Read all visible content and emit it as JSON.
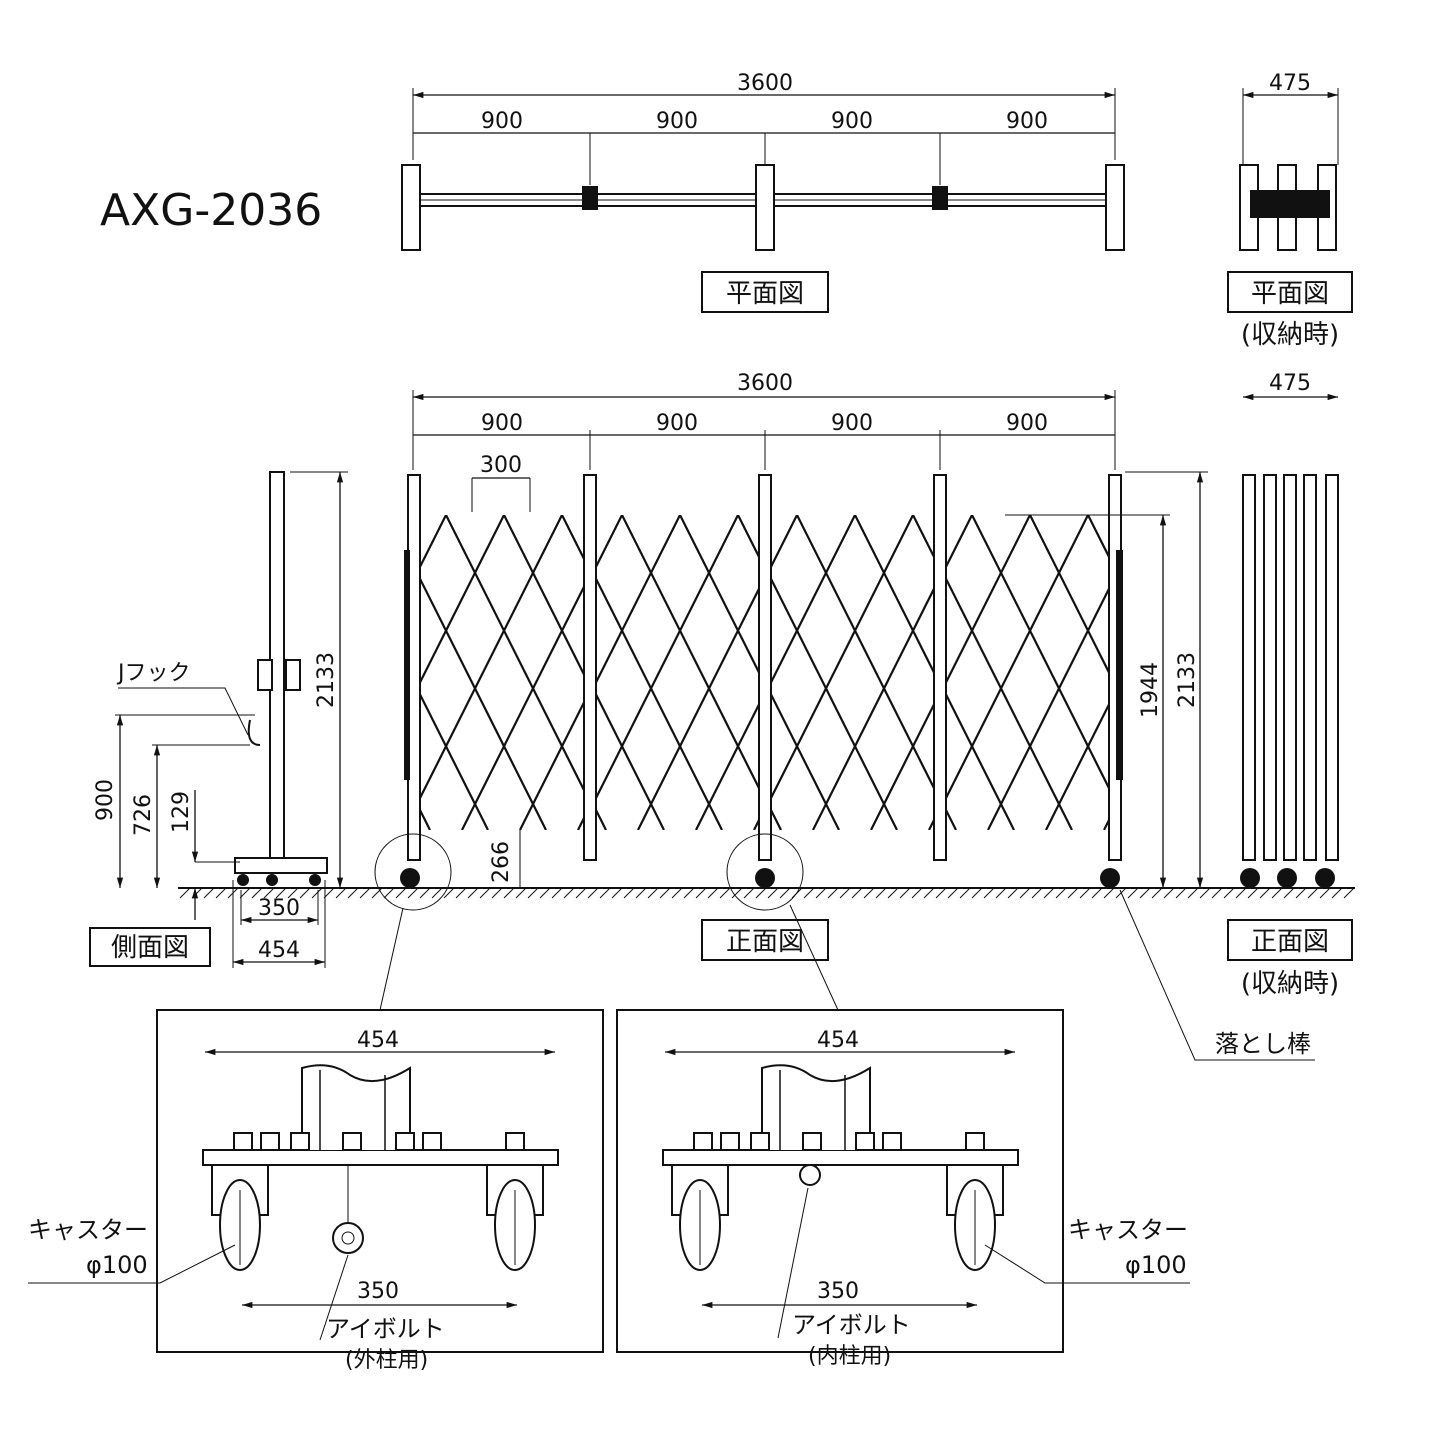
{
  "title": "AXG-2036",
  "plan_view": {
    "total": "3600",
    "segments": [
      "900",
      "900",
      "900",
      "900"
    ],
    "label": "平面図",
    "stored_width": "475",
    "stored_label": "平面図",
    "stored_sub": "(収納時)"
  },
  "front_view": {
    "total": "3600",
    "segments": [
      "900",
      "900",
      "900",
      "900"
    ],
    "pitch": "300",
    "lattice_height": "1944",
    "overall_height": "2133",
    "bottom_clearance": "266",
    "label": "正面図",
    "stored_width": "475",
    "stored_label": "正面図",
    "stored_sub": "(収納時)",
    "drop_rod": "落とし棒"
  },
  "side_view": {
    "height": "2133",
    "hook": "Jフック",
    "hook_height": "900",
    "h726": "726",
    "h129": "129",
    "caster_pitch": "350",
    "base_width": "454",
    "label": "側面図"
  },
  "details": [
    {
      "width": "454",
      "pitch": "350",
      "caster": "キャスター",
      "caster_size": "φ100",
      "bolt": "アイボルト",
      "bolt_use": "(外柱用)"
    },
    {
      "width": "454",
      "pitch": "350",
      "caster": "キャスター",
      "caster_size": "φ100",
      "bolt": "アイボルト",
      "bolt_use": "(内柱用)"
    }
  ]
}
